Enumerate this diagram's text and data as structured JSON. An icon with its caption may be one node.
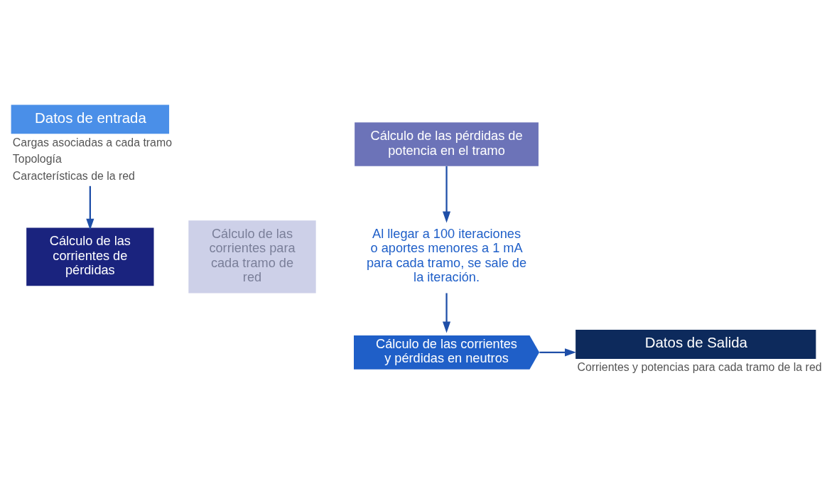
{
  "diagram": {
    "nodes": [
      {
        "text": [
          "Datos de entrada"
        ],
        "beside": [
          "Cargas asociadas a cada tramo",
          "Topología",
          "Características de la red"
        ]
      },
      {
        "text": [
          "Cálculo de las corrientes de pérdidas"
        ]
      },
      {
        "text": [
          "Cálculo de las corrientes para cada tramo de red"
        ]
      },
      {
        "text": [
          "Cálculo de las pérdidas de potencia en el tramo"
        ]
      },
      {
        "text": [
          "Al llegar a 100 iteraciones o aportes menores a 1 mA para cada tramo, se sale de la iteración."
        ]
      },
      {
        "text": [
          "Cálculo de las corrientes y pérdidas en neutros"
        ]
      },
      {
        "text": [
          "Datos de Salida"
        ],
        "beside": [
          "Corrientes y potencias para cada tramo de la red"
        ]
      }
    ],
    "edges": [
      {
        "from": 0,
        "to": 1,
        "arrow": "to"
      },
      {
        "from": 3,
        "to": 4,
        "arrow": "to"
      },
      {
        "from": 4,
        "to": 5,
        "arrow": "to"
      },
      {
        "from": 5,
        "to": 6,
        "arrow": "to"
      }
    ]
  }
}
